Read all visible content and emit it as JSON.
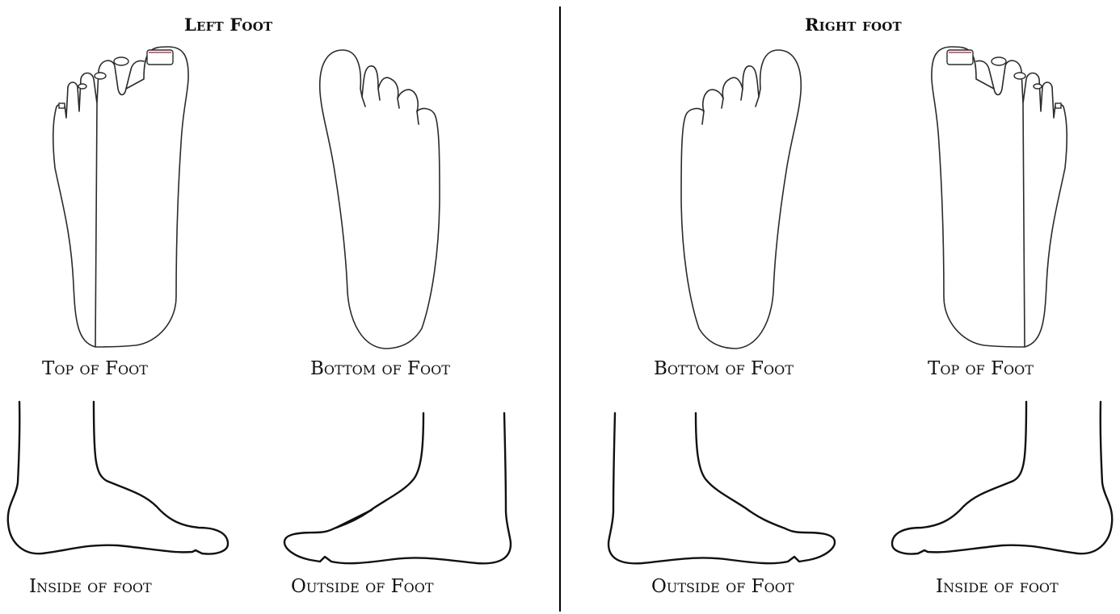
{
  "left": {
    "heading": "Left Foot",
    "labels": {
      "top": "Top of Foot",
      "bottom": "Bottom of Foot",
      "inside": "Inside of foot",
      "outside": "Outside of Foot"
    }
  },
  "right": {
    "heading": "Right foot",
    "labels": {
      "bottom": "Bottom of Foot",
      "top": "Top of Foot",
      "inside": "Inside of foot",
      "outside": "Outside of Foot"
    }
  }
}
